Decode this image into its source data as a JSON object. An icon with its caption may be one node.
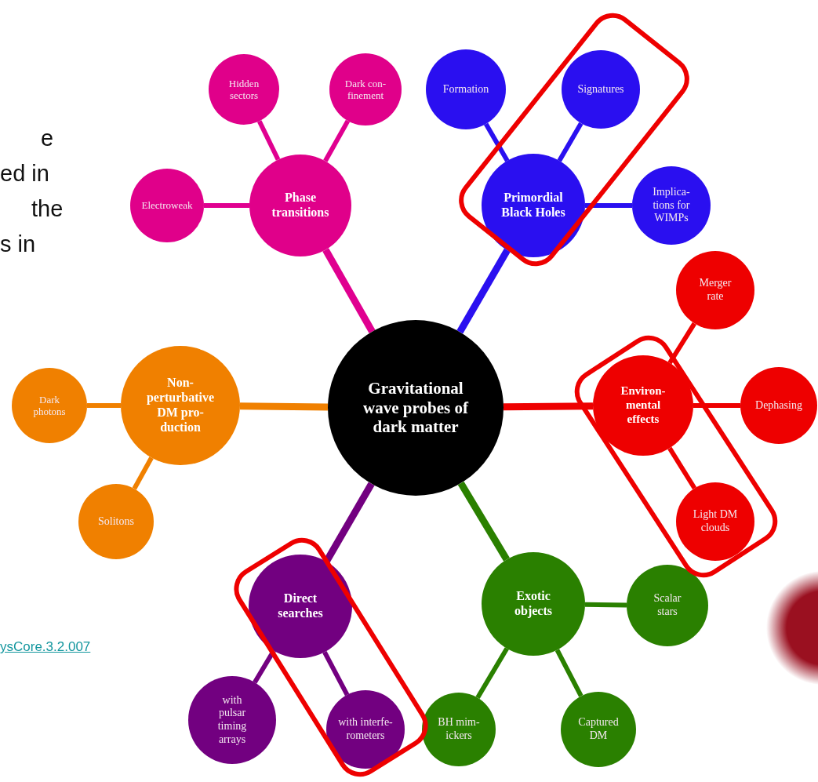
{
  "diagram": {
    "nodes": [
      {
        "text": [
          "Gravitational wave probes of dark matter"
        ]
      },
      {
        "text": [
          "Phase transitions"
        ]
      },
      {
        "text": [
          "Hidden sectors"
        ]
      },
      {
        "text": [
          "Dark con- finement"
        ]
      },
      {
        "text": [
          "Electroweak"
        ]
      },
      {
        "text": [
          "Primordial Black Holes"
        ]
      },
      {
        "text": [
          "Formation"
        ]
      },
      {
        "text": [
          "Signatures"
        ]
      },
      {
        "text": [
          "Implica- tions for WIMPs"
        ]
      },
      {
        "text": [
          "Environ- mental effects"
        ]
      },
      {
        "text": [
          "Merger rate"
        ]
      },
      {
        "text": [
          "Dephasing"
        ]
      },
      {
        "text": [
          "Light DM clouds"
        ]
      },
      {
        "text": [
          "Exotic objects"
        ]
      },
      {
        "text": [
          "Scalar stars"
        ]
      },
      {
        "text": [
          "BH mim- ickers"
        ]
      },
      {
        "text": [
          "Captured DM"
        ]
      },
      {
        "text": [
          "Direct searches"
        ]
      },
      {
        "text": [
          "with pulsar timing arrays"
        ]
      },
      {
        "text": [
          "with interfe- rometers"
        ]
      },
      {
        "text": [
          "Non- perturbative DM pro- duction"
        ]
      },
      {
        "text": [
          "Dark photons"
        ]
      },
      {
        "text": [
          "Solitons"
        ]
      },
      {
        "text": [],
        "shape": "circle"
      }
    ],
    "edges": [
      {
        "from": 0,
        "to": 1,
        "arrow": "none",
        "color": "#e00090"
      },
      {
        "from": 1,
        "to": 2,
        "arrow": "none",
        "color": "#e00090"
      },
      {
        "from": 1,
        "to": 3,
        "arrow": "none",
        "color": "#e00090"
      },
      {
        "from": 1,
        "to": 4,
        "arrow": "none",
        "color": "#e00090"
      },
      {
        "from": 0,
        "to": 5,
        "arrow": "none",
        "color": "#2a10f0"
      },
      {
        "from": 5,
        "to": 6,
        "arrow": "none",
        "color": "#2a10f0"
      },
      {
        "from": 5,
        "to": 7,
        "arrow": "none",
        "color": "#2a10f0"
      },
      {
        "from": 5,
        "to": 8,
        "arrow": "none",
        "color": "#2a10f0"
      },
      {
        "from": 0,
        "to": 9,
        "arrow": "none",
        "color": "#ee0000"
      },
      {
        "from": 9,
        "to": 10,
        "arrow": "none",
        "color": "#ee0000"
      },
      {
        "from": 9,
        "to": 11,
        "arrow": "none",
        "color": "#ee0000"
      },
      {
        "from": 9,
        "to": 12,
        "arrow": "none",
        "color": "#ee0000"
      },
      {
        "from": 0,
        "to": 13,
        "arrow": "none",
        "color": "#2a8000"
      },
      {
        "from": 13,
        "to": 14,
        "arrow": "none",
        "color": "#2a8000"
      },
      {
        "from": 13,
        "to": 15,
        "arrow": "none",
        "color": "#2a8000"
      },
      {
        "from": 13,
        "to": 16,
        "arrow": "none",
        "color": "#2a8000"
      },
      {
        "from": 0,
        "to": 17,
        "arrow": "none",
        "color": "#730080"
      },
      {
        "from": 17,
        "to": 18,
        "arrow": "none",
        "color": "#730080"
      },
      {
        "from": 17,
        "to": 19,
        "arrow": "none",
        "color": "#730080"
      },
      {
        "from": 0,
        "to": 20,
        "arrow": "none",
        "color": "#f08000"
      },
      {
        "from": 20,
        "to": 21,
        "arrow": "none",
        "color": "#f08000"
      },
      {
        "from": 20,
        "to": 22,
        "arrow": "none",
        "color": "#f08000"
      }
    ],
    "labels": [
      "e",
      "ed in",
      "the",
      "s in",
      "ysCore.3.2.007"
    ]
  }
}
